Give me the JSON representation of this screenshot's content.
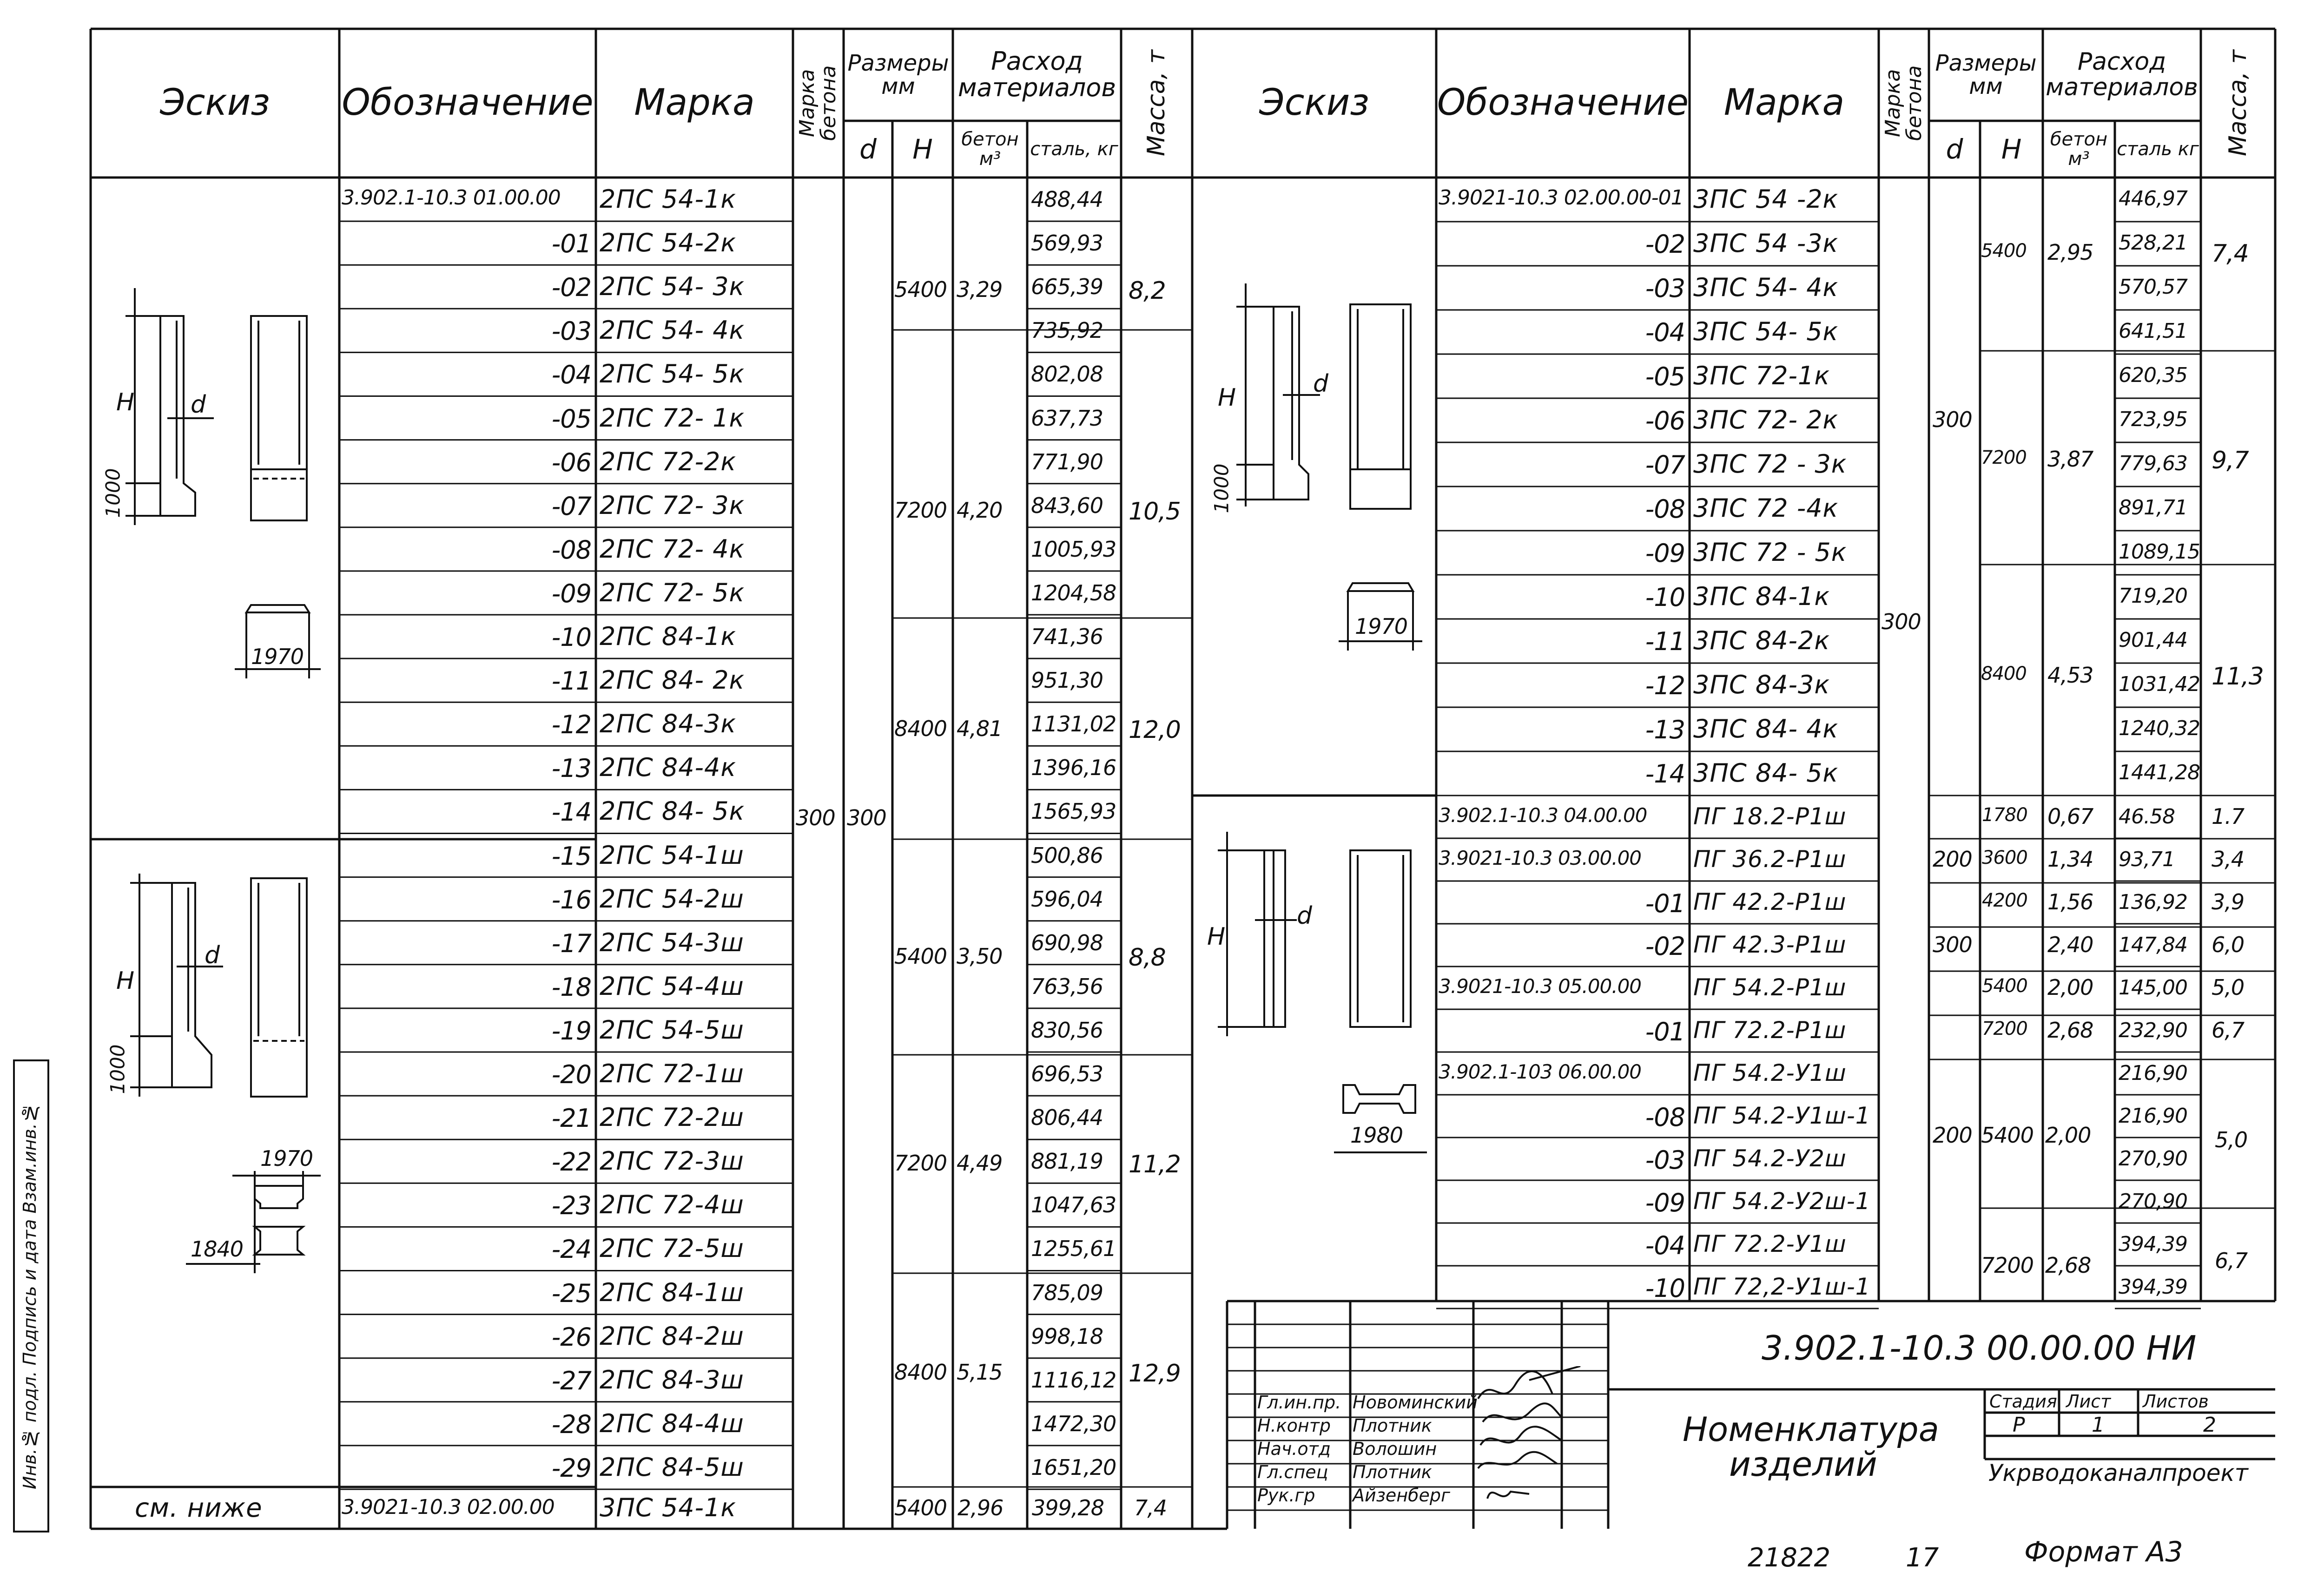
{
  "headers": {
    "sketch": "Эскиз",
    "designation": "Обозначение",
    "mark": "Марка",
    "concrete_mark": "Марка бетона",
    "sizes": "Размеры мм",
    "d": "d",
    "h": "H",
    "materials": "Расход материалов",
    "concrete": "бетон м³",
    "steel_left": "сталь, кг",
    "steel_right": "сталь кг",
    "mass": "Масса, т"
  },
  "left_rows": [
    {
      "code": "3.902.1-10.3 01.00.00",
      "mark": "2ПС 54-1к",
      "steel": "488,44"
    },
    {
      "code": "-01",
      "mark": "2ПС 54-2к",
      "steel": "569,93"
    },
    {
      "code": "-02",
      "mark": "2ПС 54- 3к",
      "steel": "665,39"
    },
    {
      "code": "-03",
      "mark": "2ПС 54- 4к",
      "steel": "735,92"
    },
    {
      "code": "-04",
      "mark": "2ПС 54- 5к",
      "steel": "802,08"
    },
    {
      "code": "-05",
      "mark": "2ПС 72- 1к",
      "steel": "637,73"
    },
    {
      "code": "-06",
      "mark": "2ПС 72-2к",
      "steel": "771,90"
    },
    {
      "code": "-07",
      "mark": "2ПС 72- 3к",
      "steel": "843,60"
    },
    {
      "code": "-08",
      "mark": "2ПС 72- 4к",
      "steel": "1005,93"
    },
    {
      "code": "-09",
      "mark": "2ПС 72- 5к",
      "steel": "1204,58"
    },
    {
      "code": "-10",
      "mark": "2ПС 84-1к",
      "steel": "741,36"
    },
    {
      "code": "-11",
      "mark": "2ПС 84- 2к",
      "steel": "951,30"
    },
    {
      "code": "-12",
      "mark": "2ПС 84-3к",
      "steel": "1131,02"
    },
    {
      "code": "-13",
      "mark": "2ПС 84-4к",
      "steel": "1396,16"
    },
    {
      "code": "-14",
      "mark": "2ПС 84- 5к",
      "steel": "1565,93"
    },
    {
      "code": "-15",
      "mark": "2ПС 54-1ш",
      "steel": "500,86"
    },
    {
      "code": "-16",
      "mark": "2ПС 54-2ш",
      "steel": "596,04"
    },
    {
      "code": "-17",
      "mark": "2ПС 54-3ш",
      "steel": "690,98"
    },
    {
      "code": "-18",
      "mark": "2ПС 54-4ш",
      "steel": "763,56"
    },
    {
      "code": "-19",
      "mark": "2ПС 54-5ш",
      "steel": "830,56"
    },
    {
      "code": "-20",
      "mark": "2ПС 72-1ш",
      "steel": "696,53"
    },
    {
      "code": "-21",
      "mark": "2ПС 72-2ш",
      "steel": "806,44"
    },
    {
      "code": "-22",
      "mark": "2ПС 72-3ш",
      "steel": "881,19"
    },
    {
      "code": "-23",
      "mark": "2ПС 72-4ш",
      "steel": "1047,63"
    },
    {
      "code": "-24",
      "mark": "2ПС 72-5ш",
      "steel": "1255,61"
    },
    {
      "code": "-25",
      "mark": "2ПС 84-1ш",
      "steel": "785,09"
    },
    {
      "code": "-26",
      "mark": "2ПС 84-2ш",
      "steel": "998,18"
    },
    {
      "code": "-27",
      "mark": "2ПС 84-3ш",
      "steel": "1116,12"
    },
    {
      "code": "-28",
      "mark": "2ПС 84-4ш",
      "steel": "1472,30"
    },
    {
      "code": "-29",
      "mark": "2ПС 84-5ш",
      "steel": "1651,20"
    }
  ],
  "left_groups": [
    {
      "h": "5400",
      "concrete": "3,29",
      "mass": "8,2"
    },
    {
      "h": "7200",
      "concrete": "4,20",
      "mass": "10,5"
    },
    {
      "h": "8400",
      "concrete": "4,81",
      "mass": "12,0"
    },
    {
      "h": "5400",
      "concrete": "3,50",
      "mass": "8,8"
    },
    {
      "h": "7200",
      "concrete": "4,49",
      "mass": "11,2"
    },
    {
      "h": "8400",
      "concrete": "5,15",
      "mass": "12,9"
    }
  ],
  "left_common": {
    "concrete_mark": "300",
    "d": "300"
  },
  "left_last": {
    "sketch": "см. ниже",
    "code": "3.9021-10.3 02.00.00",
    "mark": "3ПС 54-1к",
    "h": "5400",
    "concrete": "2,96",
    "steel": "399,28",
    "mass": "7,4"
  },
  "right_rows": [
    {
      "code": "3.9021-10.3 02.00.00-01",
      "mark": "3ПС 54 -2к",
      "steel": "446,97"
    },
    {
      "code": "-02",
      "mark": "3ПС 54 -3к",
      "steel": "528,21"
    },
    {
      "code": "-03",
      "mark": "3ПС 54- 4к",
      "steel": "570,57"
    },
    {
      "code": "-04",
      "mark": "3ПС 54- 5к",
      "steel": "641,51"
    },
    {
      "code": "-05",
      "mark": "3ПС 72-1к",
      "steel": "620,35"
    },
    {
      "code": "-06",
      "mark": "3ПС 72- 2к",
      "steel": "723,95"
    },
    {
      "code": "-07",
      "mark": "3ПС 72 - 3к",
      "steel": "779,63"
    },
    {
      "code": "-08",
      "mark": "3ПС 72 -4к",
      "steel": "891,71"
    },
    {
      "code": "-09",
      "mark": "3ПС 72 - 5к",
      "steel": "1089,15"
    },
    {
      "code": "-10",
      "mark": "3ПС 84-1к",
      "steel": "719,20"
    },
    {
      "code": "-11",
      "mark": "3ПС 84-2к",
      "steel": "901,44"
    },
    {
      "code": "-12",
      "mark": "3ПС 84-3к",
      "steel": "1031,42"
    },
    {
      "code": "-13",
      "mark": "3ПС 84- 4к",
      "steel": "1240,32"
    },
    {
      "code": "-14",
      "mark": "3ПС 84- 5к",
      "steel": "1441,28"
    }
  ],
  "right_groups": [
    {
      "h": "5400",
      "concrete": "2,95",
      "mass": "7,4"
    },
    {
      "h": "7200",
      "concrete": "3,87",
      "mass": "9,7"
    },
    {
      "h": "8400",
      "concrete": "4,53",
      "mass": "11,3"
    }
  ],
  "right_common": {
    "concrete_mark": "300",
    "d": "300"
  },
  "right_rows2": [
    {
      "code": "3.902.1-10.3 04.00.00",
      "mark": "ПГ 18.2-Р1ш",
      "d": "",
      "h": "1780",
      "concrete": "0,67",
      "steel": "46.58",
      "mass": "1.7"
    },
    {
      "code": "3.9021-10.3 03.00.00",
      "mark": "ПГ 36.2-Р1ш",
      "d": "200",
      "h": "3600",
      "concrete": "1,34",
      "steel": "93,71",
      "mass": "3,4"
    },
    {
      "code": "-01",
      "mark": "ПГ 42.2-Р1ш",
      "d": "",
      "h": "4200",
      "concrete": "1,56",
      "steel": "136,92",
      "mass": "3,9"
    },
    {
      "code": "-02",
      "mark": "ПГ 42.3-Р1ш",
      "d": "300",
      "h": "",
      "concrete": "2,40",
      "steel": "147,84",
      "mass": "6,0"
    },
    {
      "code": "3.9021-10.3 05.00.00",
      "mark": "ПГ 54.2-Р1ш",
      "d": "",
      "h": "5400",
      "concrete": "2,00",
      "steel": "145,00",
      "mass": "5,0"
    },
    {
      "code": "-01",
      "mark": "ПГ 72.2-Р1ш",
      "d": "",
      "h": "7200",
      "concrete": "2,68",
      "steel": "232,90",
      "mass": "6,7"
    },
    {
      "code": "3.902.1-103 06.00.00",
      "mark": "ПГ 54.2-У1ш",
      "steel": "216,90"
    },
    {
      "code": "-08",
      "mark": "ПГ 54.2-У1ш-1",
      "steel": "216,90"
    },
    {
      "code": "-03",
      "mark": "ПГ 54.2-У2ш",
      "steel": "270,90"
    },
    {
      "code": "-09",
      "mark": "ПГ 54.2-У2ш-1",
      "steel": "270,90"
    },
    {
      "code": "-04",
      "mark": "ПГ 72.2-У1ш",
      "steel": "394,39"
    },
    {
      "code": "-10",
      "mark": "ПГ 72,2-У1ш-1",
      "steel": "394,39"
    }
  ],
  "right_groups2": [
    {
      "d": "200",
      "h": "5400",
      "concrete": "2,00",
      "mass": "5,0"
    },
    {
      "h": "7200",
      "concrete": "2,68",
      "mass": "6,7"
    }
  ],
  "sketch_dims": {
    "h": "H",
    "d": "d",
    "base": "1000",
    "w1970": "1970",
    "w1840": "1840",
    "w1980": "1980"
  },
  "title_block": {
    "doc_code": "3.902.1-10.3  00.00.00 НИ",
    "title_line1": "Номенклатура",
    "title_line2": "изделий",
    "stage_label": "Стадия",
    "sheet_label": "Лист",
    "sheets_label": "Листов",
    "stage": "Р",
    "sheet": "1",
    "sheets": "2",
    "org": "Укрводоканалпроект",
    "roles": [
      {
        "role": "Гл.ин.пр.",
        "name": "Новоминский"
      },
      {
        "role": "Н.контр",
        "name": "Плотник"
      },
      {
        "role": "Нач.отд",
        "name": "Волошин"
      },
      {
        "role": "Гл.спец",
        "name": "Плотник"
      },
      {
        "role": "Рук.гр",
        "name": "Айзенберг"
      }
    ]
  },
  "side_stamp": "Инв.№ подл.  Подпись и дата  Взам.инв.№",
  "footer": {
    "num": "21822",
    "page": "17",
    "format": "Формат А3"
  }
}
